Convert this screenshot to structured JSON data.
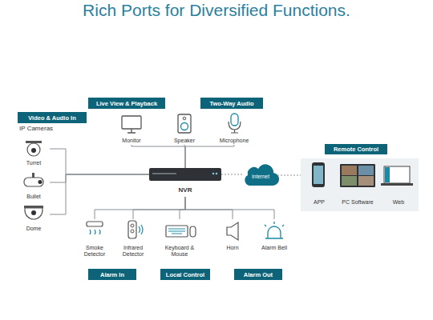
{
  "diagram": {
    "title": "Rich Ports for Diversified Functions.",
    "nodes": [
      {
        "text": [
          "Live View & Playback"
        ]
      },
      {
        "text": [
          "Two-Way Audio"
        ]
      },
      {
        "text": [
          "Video & Audio In"
        ]
      },
      {
        "text": [
          "Monitor"
        ]
      },
      {
        "text": [
          "Speaker"
        ]
      },
      {
        "text": [
          "Microphone"
        ]
      },
      {
        "text": [
          "Turret"
        ]
      },
      {
        "text": [
          "Bullet"
        ]
      },
      {
        "text": [
          "Dome"
        ]
      },
      {
        "text": [
          "NVR"
        ]
      },
      {
        "text": [
          "Internet"
        ]
      },
      {
        "text": [
          "Remote Control"
        ]
      },
      {
        "text": [
          "APP"
        ],
        "in": 11
      },
      {
        "text": [
          "PC Software"
        ],
        "in": 11
      },
      {
        "text": [
          "Web"
        ],
        "in": 11
      },
      {
        "text": [
          "Smoke Detector"
        ]
      },
      {
        "text": [
          "Infrared Detector"
        ]
      },
      {
        "text": [
          "Keyboard & Mouse"
        ]
      },
      {
        "text": [
          "Horn"
        ]
      },
      {
        "text": [
          "Alarm Bell"
        ]
      },
      {
        "text": [
          "Alarm In"
        ]
      },
      {
        "text": [
          "Local Control"
        ]
      },
      {
        "text": [
          "Alarm Out"
        ]
      }
    ],
    "edges": [
      {
        "from": 9,
        "to": 3,
        "arrow": "none"
      },
      {
        "from": 9,
        "to": 4,
        "arrow": "none"
      },
      {
        "from": 9,
        "to": 5,
        "arrow": "none"
      },
      {
        "from": 9,
        "to": 6,
        "arrow": "none"
      },
      {
        "from": 9,
        "to": 7,
        "arrow": "none"
      },
      {
        "from": 9,
        "to": 8,
        "arrow": "none"
      },
      {
        "from": 9,
        "to": 10,
        "arrow": "none"
      },
      {
        "from": 10,
        "to": 11,
        "arrow": "none"
      },
      {
        "from": 9,
        "to": 15,
        "arrow": "none"
      },
      {
        "from": 9,
        "to": 16,
        "arrow": "none"
      },
      {
        "from": 9,
        "to": 17,
        "arrow": "none"
      },
      {
        "from": 9,
        "to": 18,
        "arrow": "none"
      },
      {
        "from": 9,
        "to": 19,
        "arrow": "none"
      }
    ],
    "labels": [
      "IP Cameras"
    ]
  }
}
